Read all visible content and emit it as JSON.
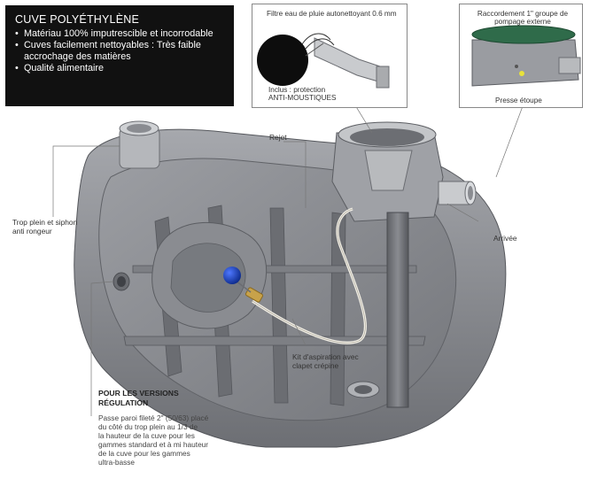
{
  "features": {
    "title": "CUVE POLYÉTHYLÈNE",
    "items": [
      "Matériau 100% imputrescible et incorrodable",
      "Cuves facilement nettoyables : Très faible accrochage des matières",
      "Qualité alimentaire"
    ]
  },
  "filter_inset": {
    "caption": "Filtre eau de pluie autonettoyant 0.6 mm",
    "included_label": "Inclus : protection",
    "included_value": "ANTI-MOUSTIQUES"
  },
  "raccord_inset": {
    "caption_line1": "Raccordement 1\" groupe de",
    "caption_line2": "pompage externe",
    "gland_label": "Presse étoupe"
  },
  "labels": {
    "rejet": "Rejet",
    "trop_plein_line1": "Trop plein et siphon",
    "trop_plein_line2": "anti rongeur",
    "arrivee": "Arrivée",
    "kit_line1": "Kit d'aspiration avec",
    "kit_line2": "clapet crépine"
  },
  "regulation_note": {
    "heading_line1": "POUR LES VERSIONS",
    "heading_line2": "RÉGULATION",
    "body_lines": [
      "Passe paroi fileté 2\" (50/63) placé",
      "du côté du trop plein au 1/3 de",
      "la hauteur de la cuve pour les",
      "gammes standard et à mi hauteur",
      "de la cuve pour les gammes",
      "ultra-basse"
    ]
  },
  "colors": {
    "tank_body": "#8d8f94",
    "tank_dark": "#5f6166",
    "tank_light": "#b9bbbf",
    "float_ball": "#1b3fb8",
    "brass_fitting": "#c8a24a",
    "led_yellow": "#e8e23a",
    "pump_lid_green": "#2f6b4a"
  }
}
